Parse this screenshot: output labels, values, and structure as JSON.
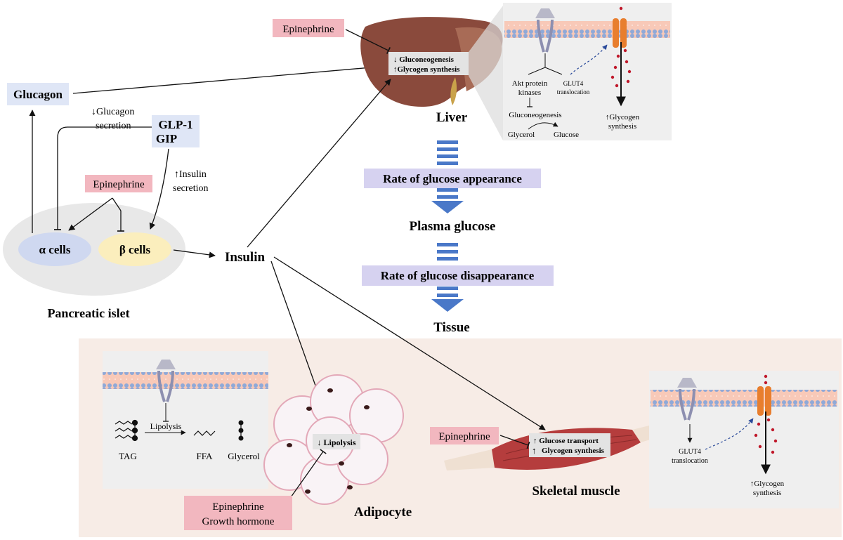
{
  "colors": {
    "pink_box": "#f2b7bf",
    "blue_box": "#dfe6f6",
    "lavender_box": "#d6d2f0",
    "alpha_cell": "#cfd8f0",
    "beta_cell": "#fbeebd",
    "islet": "#e8e8e8",
    "liver": "#8a4a3c",
    "muscle": "#b53d3d",
    "blue_arrow": "#4a78c8",
    "lower_panel": "#f7ece6",
    "inset_panel": "#efefef",
    "channel": "#e87e2e",
    "glucose_dot": "#c0182a"
  },
  "labels": {
    "glucagon": "Glucagon",
    "glucagon_secretion": [
      "↓Glucagon",
      "secretion"
    ],
    "glp1": "GLP-1",
    "gip": "GIP",
    "insulin_secretion": [
      "↑Insulin",
      "secretion"
    ],
    "epinephrine_islet": "Epinephrine",
    "alpha_cells": "α cells",
    "beta_cells": "β cells",
    "pancreatic_islet": "Pancreatic islet",
    "insulin": "Insulin",
    "epinephrine_liver": "Epinephrine",
    "liver_effect_1": "↓ Gluconeogenesis",
    "liver_effect_2": "↑Glycogen synthesis",
    "liver": "Liver",
    "rate_appearance": "Rate of glucose appearance",
    "plasma_glucose": "Plasma glucose",
    "rate_disappearance": "Rate of glucose disappearance",
    "tissue": "Tissue",
    "epinephrine_muscle": "Epinephrine",
    "muscle_effect_1": "↑ Glucose transport",
    "muscle_effect_2": "Glycogen synthesis",
    "muscle_effect_arrow": "↑",
    "skeletal_muscle": "Skeletal muscle",
    "adipocyte": "Adipocyte",
    "adipo_effect": "↓ Lipolysis",
    "adipo_hormones": [
      "Epinephrine",
      "Growth hormone"
    ]
  },
  "liver_inset": {
    "akt": [
      "Akt protein",
      "kinases"
    ],
    "glut4": [
      "GLUT4",
      "translocation"
    ],
    "gluconeogenesis": "Gluconeogenesis",
    "glycerol": "Glycerol",
    "glucose": "Glucose",
    "glycogen": [
      "↑Glycogen",
      "synthesis"
    ]
  },
  "adipo_inset": {
    "lipolysis": "Lipolysis",
    "tag": "TAG",
    "ffa": "FFA",
    "glycerol": "Glycerol"
  },
  "muscle_inset": {
    "glut4": [
      "GLUT4",
      "translocation"
    ],
    "glycogen": [
      "↑Glycogen",
      "synthesis"
    ]
  }
}
